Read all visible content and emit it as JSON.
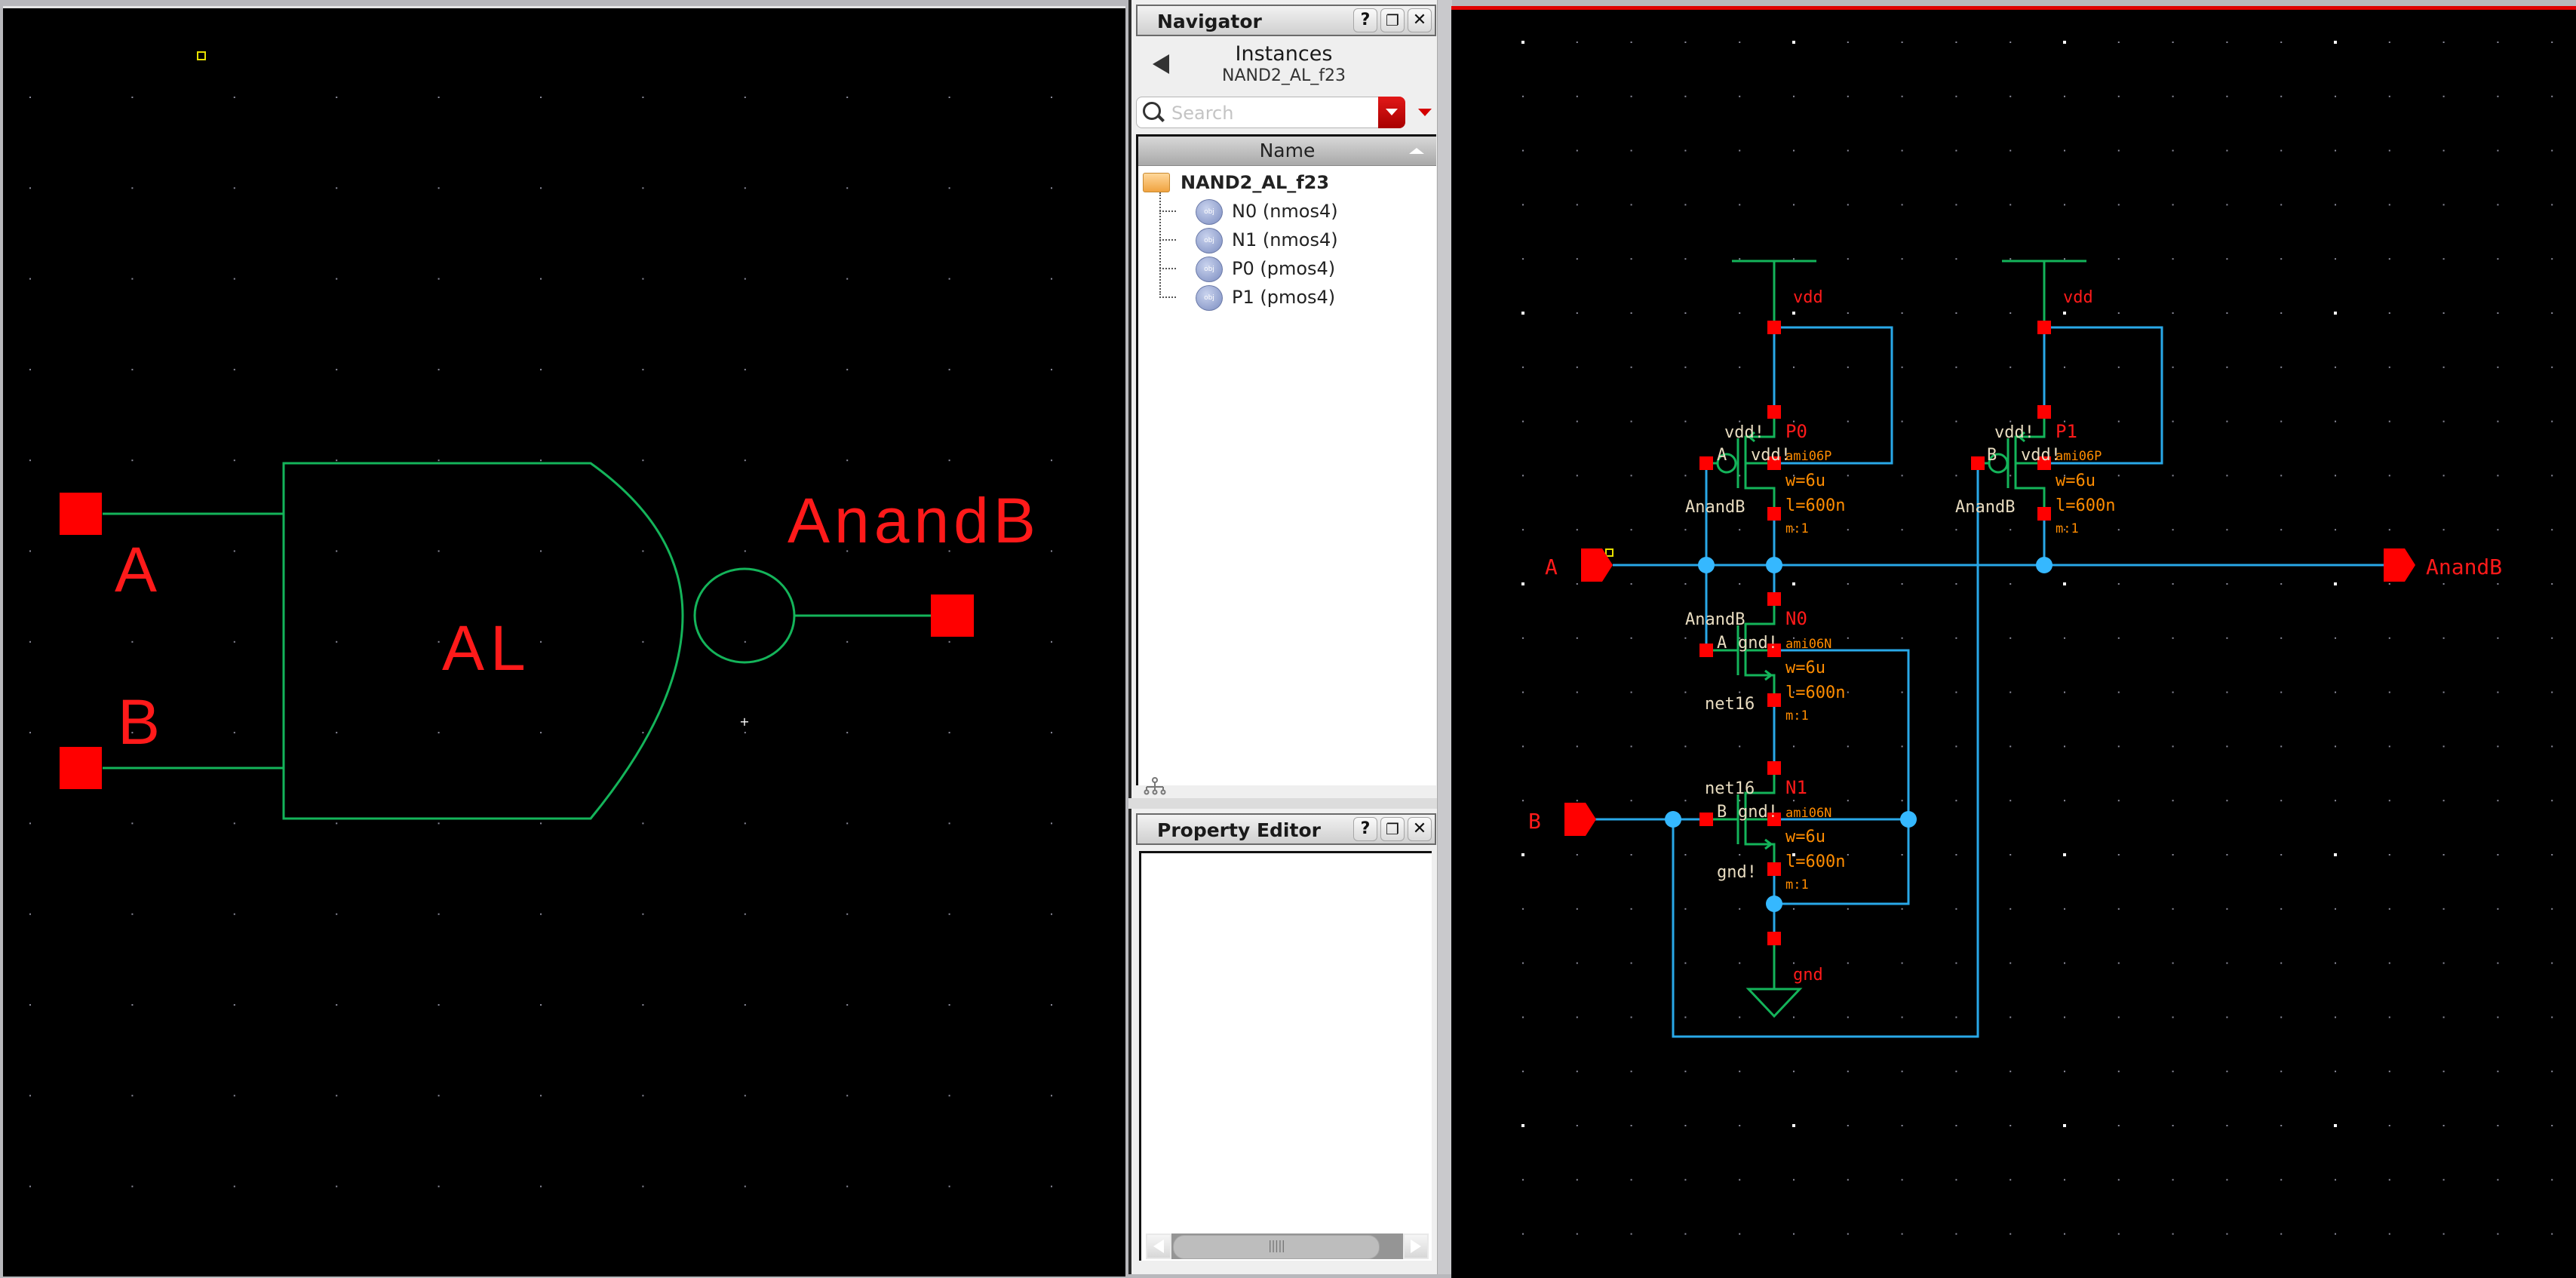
{
  "symbol_view": {
    "cell_label": "AL",
    "pins": {
      "input_a": "A",
      "input_b": "B",
      "output": "AnandB"
    }
  },
  "navigator": {
    "title": "Navigator",
    "help_label": "?",
    "float_label": "❐",
    "close_label": "✕",
    "breadcrumb_title": "Instances",
    "breadcrumb_subtitle": "NAND2_AL_f23",
    "search": {
      "placeholder": "Search",
      "value": ""
    },
    "column_header": "Name",
    "root": "NAND2_AL_f23",
    "items": [
      {
        "label": "N0 (nmos4)",
        "icon": "obj-icon"
      },
      {
        "label": "N1 (nmos4)",
        "icon": "obj-icon"
      },
      {
        "label": "P0 (pmos4)",
        "icon": "obj-icon"
      },
      {
        "label": "P1 (pmos4)",
        "icon": "obj-icon"
      }
    ],
    "footer_icon": "hierarchy-icon"
  },
  "property_editor": {
    "title": "Property Editor",
    "help_label": "?",
    "float_label": "❐",
    "close_label": "✕"
  },
  "schematic": {
    "pins": {
      "a": "A",
      "b": "B",
      "out": "AnandB"
    },
    "supply_labels": {
      "vdd": "vdd",
      "gnd": "gnd"
    },
    "instances": {
      "P0": {
        "name": "P0",
        "model": "ami06P",
        "w": "w=6u",
        "l": "l=600n",
        "m": "m:1",
        "gate": "A",
        "drain": "AnandB",
        "source": "vdd!",
        "bulk": "vdd!"
      },
      "P1": {
        "name": "P1",
        "model": "ami06P",
        "w": "w=6u",
        "l": "l=600n",
        "m": "m:1",
        "gate": "B",
        "drain": "AnandB",
        "source": "vdd!",
        "bulk": "vdd!"
      },
      "N0": {
        "name": "N0",
        "model": "ami06N",
        "w": "w=6u",
        "l": "l=600n",
        "m": "m:1",
        "gate": "A",
        "drain": "AnandB",
        "source": "net16",
        "bulk": "gnd!"
      },
      "N1": {
        "name": "N1",
        "model": "ami06N",
        "w": "w=6u",
        "l": "l=600n",
        "m": "m:1",
        "gate": "B",
        "drain": "net16",
        "source": "gnd!",
        "bulk": "gnd!"
      }
    },
    "colors": {
      "wire": "#29a8e8",
      "device": "#14b45a",
      "pin": "#ff0000",
      "label": "#e8dcc0",
      "param": "#ff8c00",
      "name": "#ff1a1a"
    }
  }
}
